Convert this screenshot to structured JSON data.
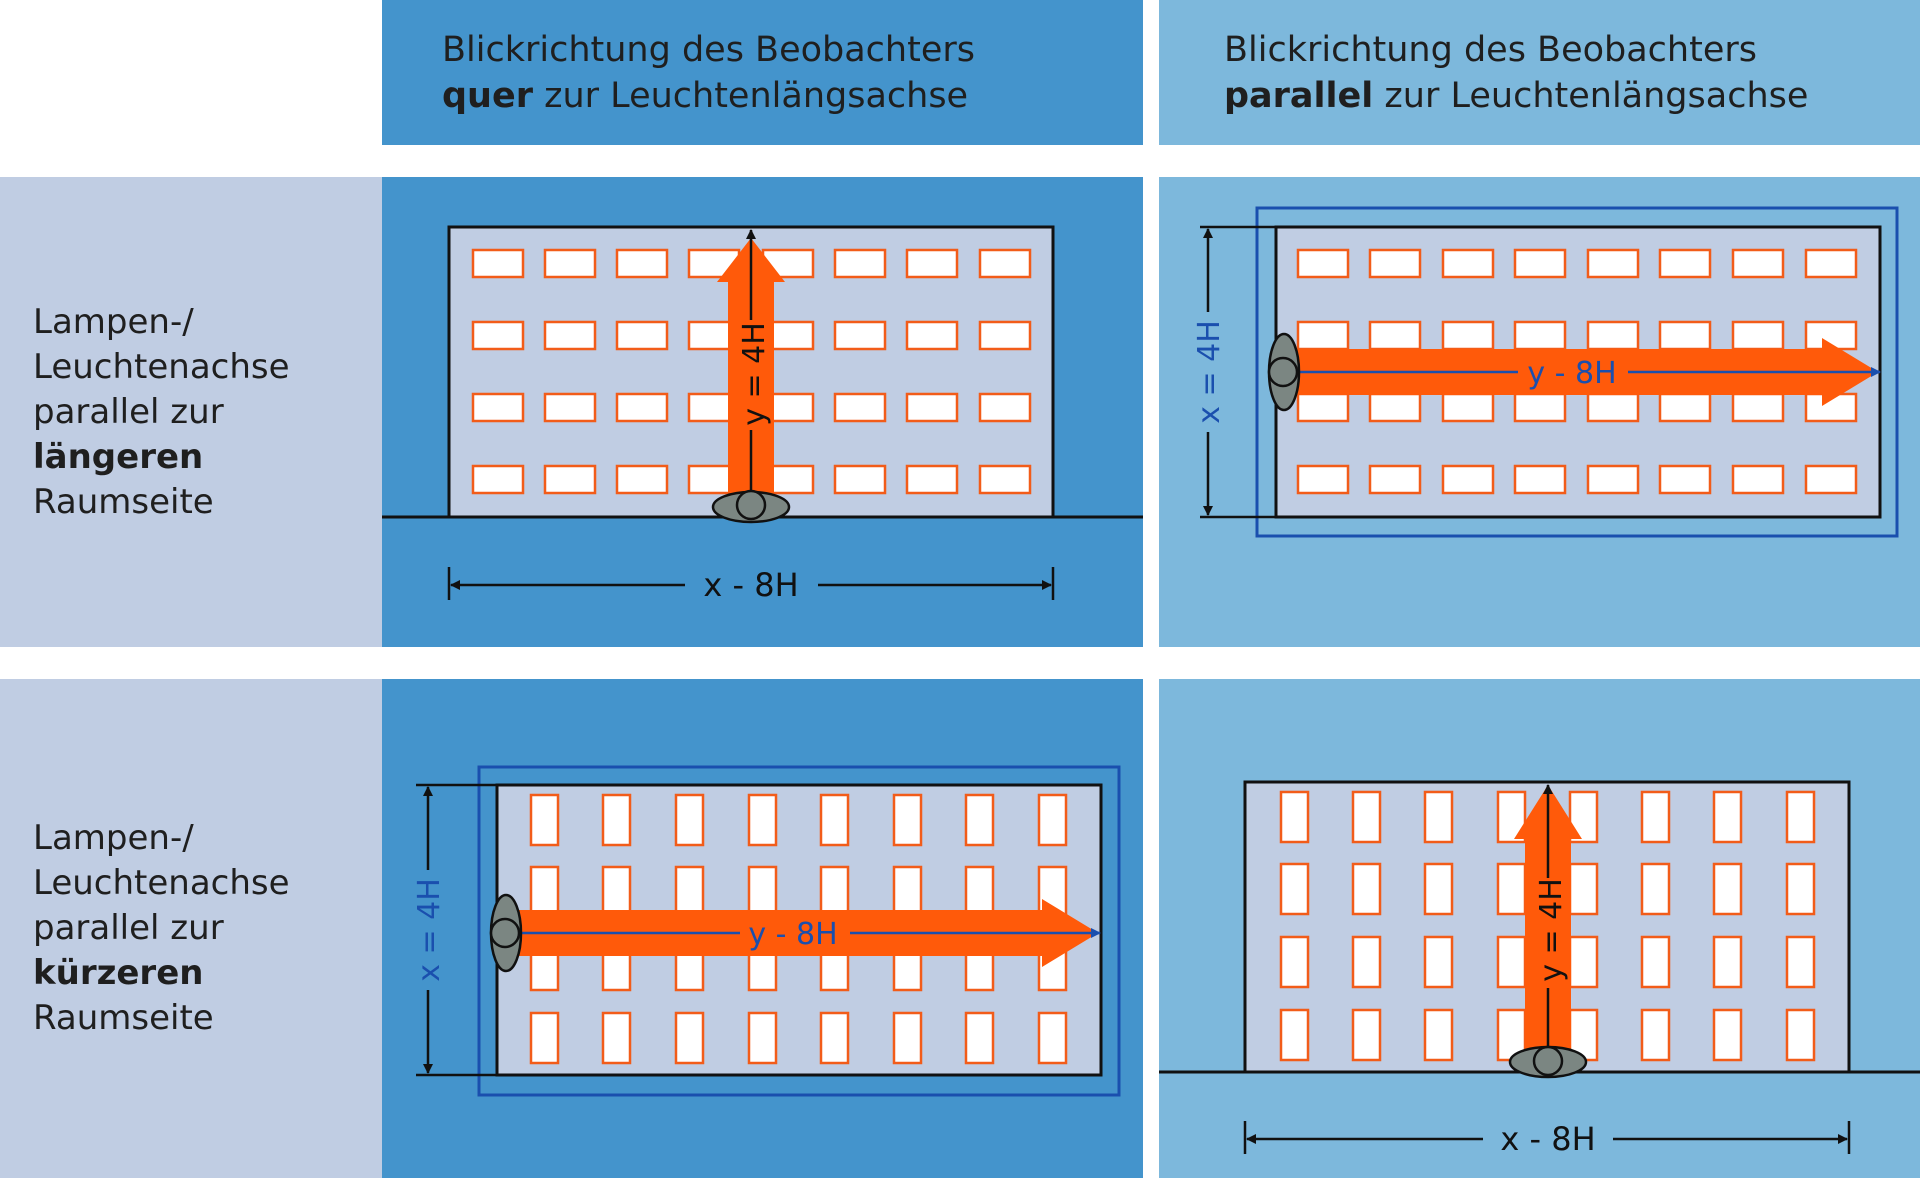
{
  "header": {
    "col1": {
      "line1": "Blickrichtung des Beobachters",
      "bold": "quer",
      "rest": " zur Leuchtenlängsachse"
    },
    "col2": {
      "line1": "Blickrichtung des Beobachters",
      "bold": "parallel",
      "rest": " zur Leuchtenlängsachse"
    }
  },
  "rows": [
    {
      "line1": "Lampen-/",
      "line2": "Leuchtenachse",
      "line3": "parallel zur",
      "bold": "längeren",
      "line5": "Raumseite"
    },
    {
      "line1": "Lampen-/",
      "line2": "Leuchtenachse",
      "line3": "parallel zur",
      "bold": "kürzeren",
      "line5": "Raumseite"
    }
  ],
  "labels": {
    "p1_dim_x": "x - 8H",
    "p1_arrow": "y = 4H",
    "p2_dim_x": "x = 4H",
    "p2_arrow": "y - 8H",
    "p3_dim_x": "x = 4H",
    "p3_arrow": "y - 8H",
    "p4_dim_x": "x - 8H",
    "p4_arrow": "y = 4H"
  },
  "colors": {
    "dark_blue": "#4494cc",
    "light_blue": "#7db8dc",
    "label_bg": "#c0cde3",
    "room": "#c0cde3",
    "lamp": "#f25c19",
    "arrow": "#ff5a0a",
    "dim_blue": "#1a4fae",
    "observer": "#7b8682"
  }
}
